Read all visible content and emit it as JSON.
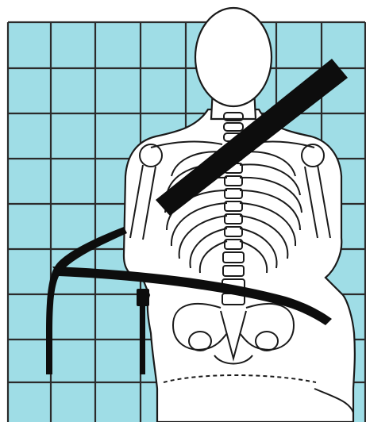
{
  "colors": {
    "background": "#ffffff",
    "grid_fill": "#9fdde6",
    "grid_line": "#2b2b2b",
    "outline": "#1a1a1a",
    "figure_fill": "#ffffff",
    "belt": "#0d0d0d"
  },
  "figure": {
    "subject": "seated-human-skeleton",
    "belt_type": "three-point-lap-and-shoulder",
    "background_pattern": "square-grid"
  }
}
